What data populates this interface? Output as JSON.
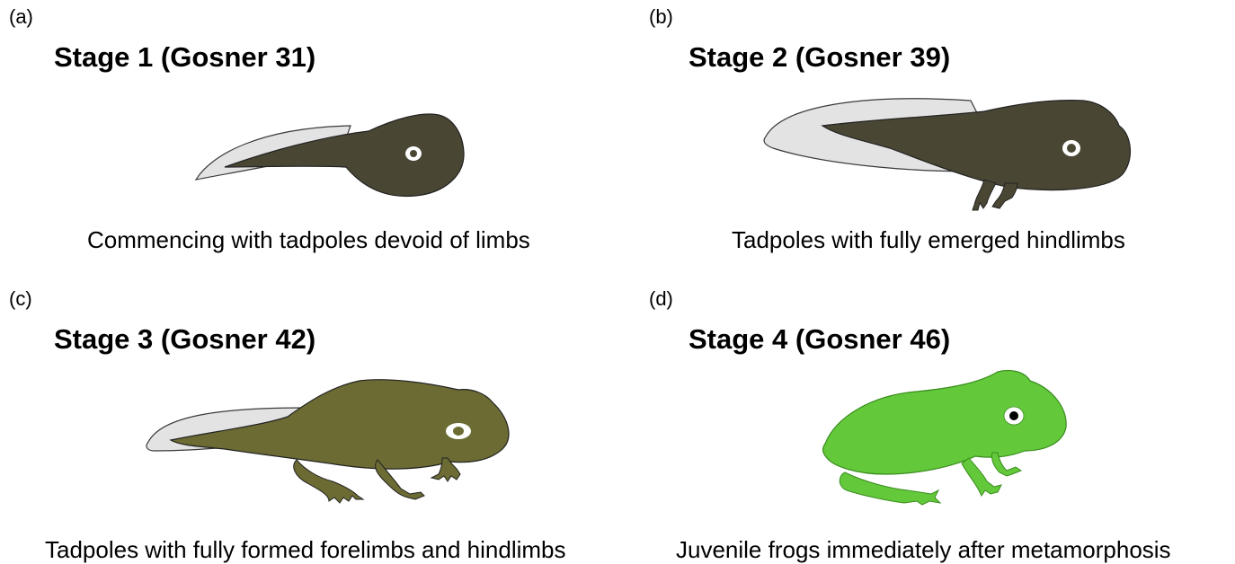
{
  "colors": {
    "tail_fin": "#e3e3e3",
    "tadpole_body": "#4a4634",
    "late_tadpole_body": "#6b6b33",
    "froglet_body": "#63c93a",
    "eye_white": "#ffffff"
  },
  "panels": [
    {
      "label": "(a)",
      "title": "Stage 1 (Gosner 31)",
      "caption": "Commencing with tadpoles devoid of limbs"
    },
    {
      "label": "(b)",
      "title": "Stage 2 (Gosner 39)",
      "caption": "Tadpoles with fully emerged hindlimbs"
    },
    {
      "label": "(c)",
      "title": "Stage 3 (Gosner 42)",
      "caption": "Tadpoles with fully formed forelimbs and hindlimbs"
    },
    {
      "label": "(d)",
      "title": "Stage 4 (Gosner 46)",
      "caption": "Juvenile frogs immediately after metamorphosis"
    }
  ]
}
